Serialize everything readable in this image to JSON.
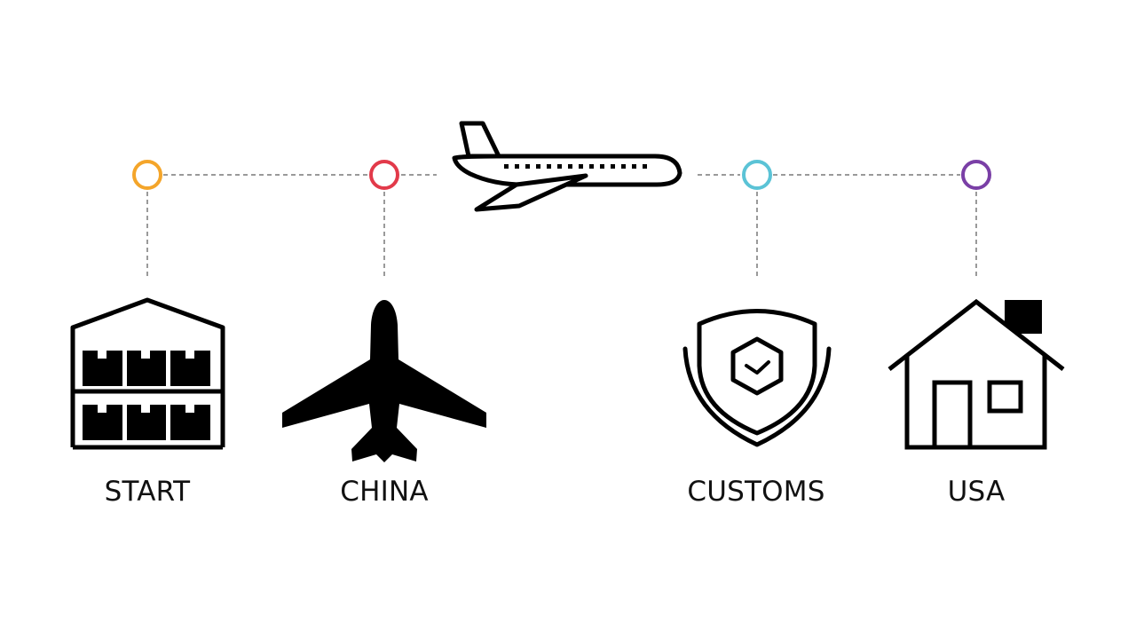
{
  "stages": [
    {
      "id": "start",
      "label": "START",
      "icon": "warehouse-icon",
      "color": "#F4A52A"
    },
    {
      "id": "china",
      "label": "CHINA",
      "icon": "airplane-icon",
      "color": "#E23A4A"
    },
    {
      "id": "customs",
      "label": "CUSTOMS",
      "icon": "shield-icon",
      "color": "#5BC3D6"
    },
    {
      "id": "usa",
      "label": "USA",
      "icon": "house-icon",
      "color": "#7A3FA6"
    }
  ],
  "transit": {
    "icon": "flying-plane-icon"
  },
  "connector_color": "#9A9A9A",
  "icon_color": "#000000"
}
